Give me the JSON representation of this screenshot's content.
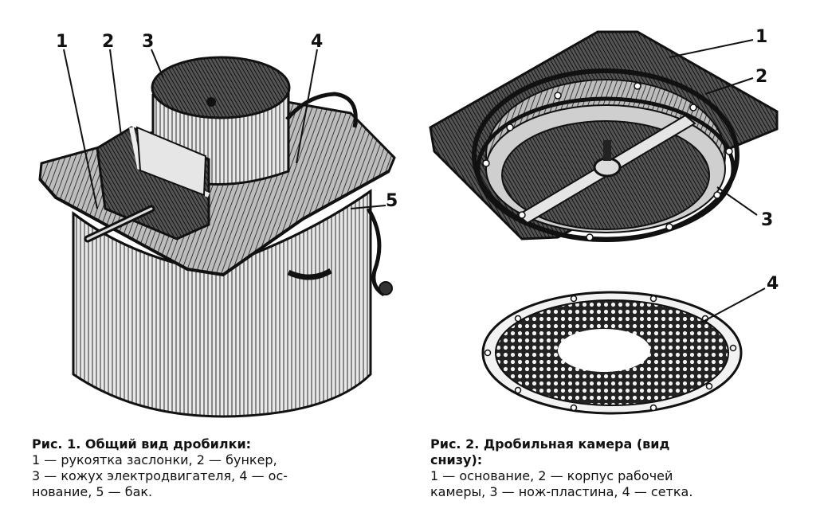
{
  "figure1": {
    "labels": [
      "1",
      "2",
      "3",
      "4",
      "5"
    ],
    "caption_title": "Рис. 1. Общий вид дробилки:",
    "caption_lines": [
      "1 — рукоятка заслонки, 2 — бункер,",
      "3 — кожух электродвигателя, 4 — ос-",
      "нование, 5 — бак."
    ]
  },
  "figure2": {
    "labels": [
      "1",
      "2",
      "3",
      "4"
    ],
    "caption_title": "Рис. 2. Дробильная камера (вид",
    "caption_lines": [
      "снизу):",
      "1 — основание, 2 — корпус рабочей",
      "камеры, 3 — нож-пластина, 4 — сетка."
    ]
  }
}
